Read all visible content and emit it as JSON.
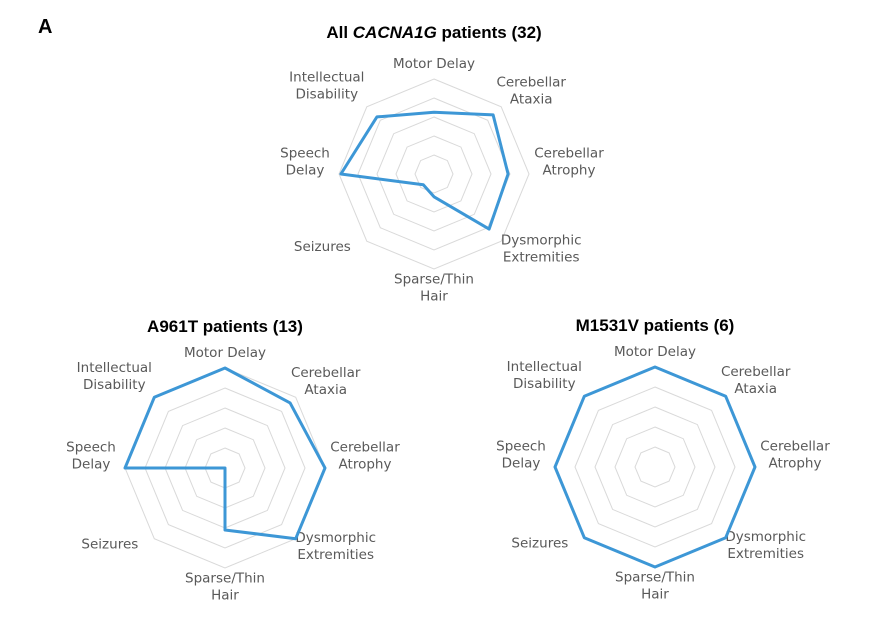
{
  "panel_label": "A",
  "chart_data": [
    {
      "type": "radar",
      "title_parts": [
        "All ",
        "CACNA1G",
        " patients (32)"
      ],
      "title_italic_index": 1,
      "categories": [
        "Motor Delay",
        "Cerebellar Ataxia",
        "Cerebellar Atrophy",
        "Dysmorphic Extremities",
        "Sparse/Thin Hair",
        "Seizures",
        "Speech Delay",
        "Intellectual Disability"
      ],
      "category_lines": [
        [
          "Motor Delay"
        ],
        [
          "Cerebellar",
          "Ataxia"
        ],
        [
          "Cerebellar",
          "Atrophy"
        ],
        [
          "Dysmorphic",
          "Extremities"
        ],
        [
          "Sparse/Thin",
          "Hair"
        ],
        [
          "Seizures"
        ],
        [
          "Speech",
          "Delay"
        ],
        [
          "Intellectual",
          "Disability"
        ]
      ],
      "rlim": [
        0,
        1
      ],
      "rings": 5,
      "series": [
        {
          "values": [
            0.65,
            0.88,
            0.78,
            0.82,
            0.24,
            0.16,
            0.98,
            0.85
          ],
          "color": "#3d97d6"
        }
      ]
    },
    {
      "type": "radar",
      "title_parts": [
        "A961T patients (13)"
      ],
      "title_italic_index": -1,
      "categories": [
        "Motor Delay",
        "Cerebellar Ataxia",
        "Cerebellar Atrophy",
        "Dysmorphic Extremities",
        "Sparse/Thin Hair",
        "Seizures",
        "Speech Delay",
        "Intellectual Disability"
      ],
      "category_lines": [
        [
          "Motor Delay"
        ],
        [
          "Cerebellar",
          "Ataxia"
        ],
        [
          "Cerebellar",
          "Atrophy"
        ],
        [
          "Dysmorphic",
          "Extremities"
        ],
        [
          "Sparse/Thin",
          "Hair"
        ],
        [
          "Seizures"
        ],
        [
          "Speech",
          "Delay"
        ],
        [
          "Intellectual",
          "Disability"
        ]
      ],
      "rlim": [
        0,
        1
      ],
      "rings": 5,
      "series": [
        {
          "values": [
            1.0,
            0.92,
            1.0,
            1.0,
            0.62,
            0.0,
            1.0,
            1.0
          ],
          "color": "#3d97d6"
        }
      ]
    },
    {
      "type": "radar",
      "title_parts": [
        "M1531V patients (6)"
      ],
      "title_italic_index": -1,
      "categories": [
        "Motor Delay",
        "Cerebellar Ataxia",
        "Cerebellar Atrophy",
        "Dysmorphic Extremities",
        "Sparse/Thin Hair",
        "Seizures",
        "Speech Delay",
        "Intellectual Disability"
      ],
      "category_lines": [
        [
          "Motor Delay"
        ],
        [
          "Cerebellar",
          "Ataxia"
        ],
        [
          "Cerebellar",
          "Atrophy"
        ],
        [
          "Dysmorphic",
          "Extremities"
        ],
        [
          "Sparse/Thin",
          "Hair"
        ],
        [
          "Seizures"
        ],
        [
          "Speech",
          "Delay"
        ],
        [
          "Intellectual",
          "Disability"
        ]
      ],
      "rlim": [
        0,
        1
      ],
      "rings": 5,
      "series": [
        {
          "values": [
            1.0,
            1.0,
            1.0,
            1.0,
            1.0,
            1.0,
            1.0,
            1.0
          ],
          "color": "#3d97d6"
        }
      ]
    }
  ]
}
